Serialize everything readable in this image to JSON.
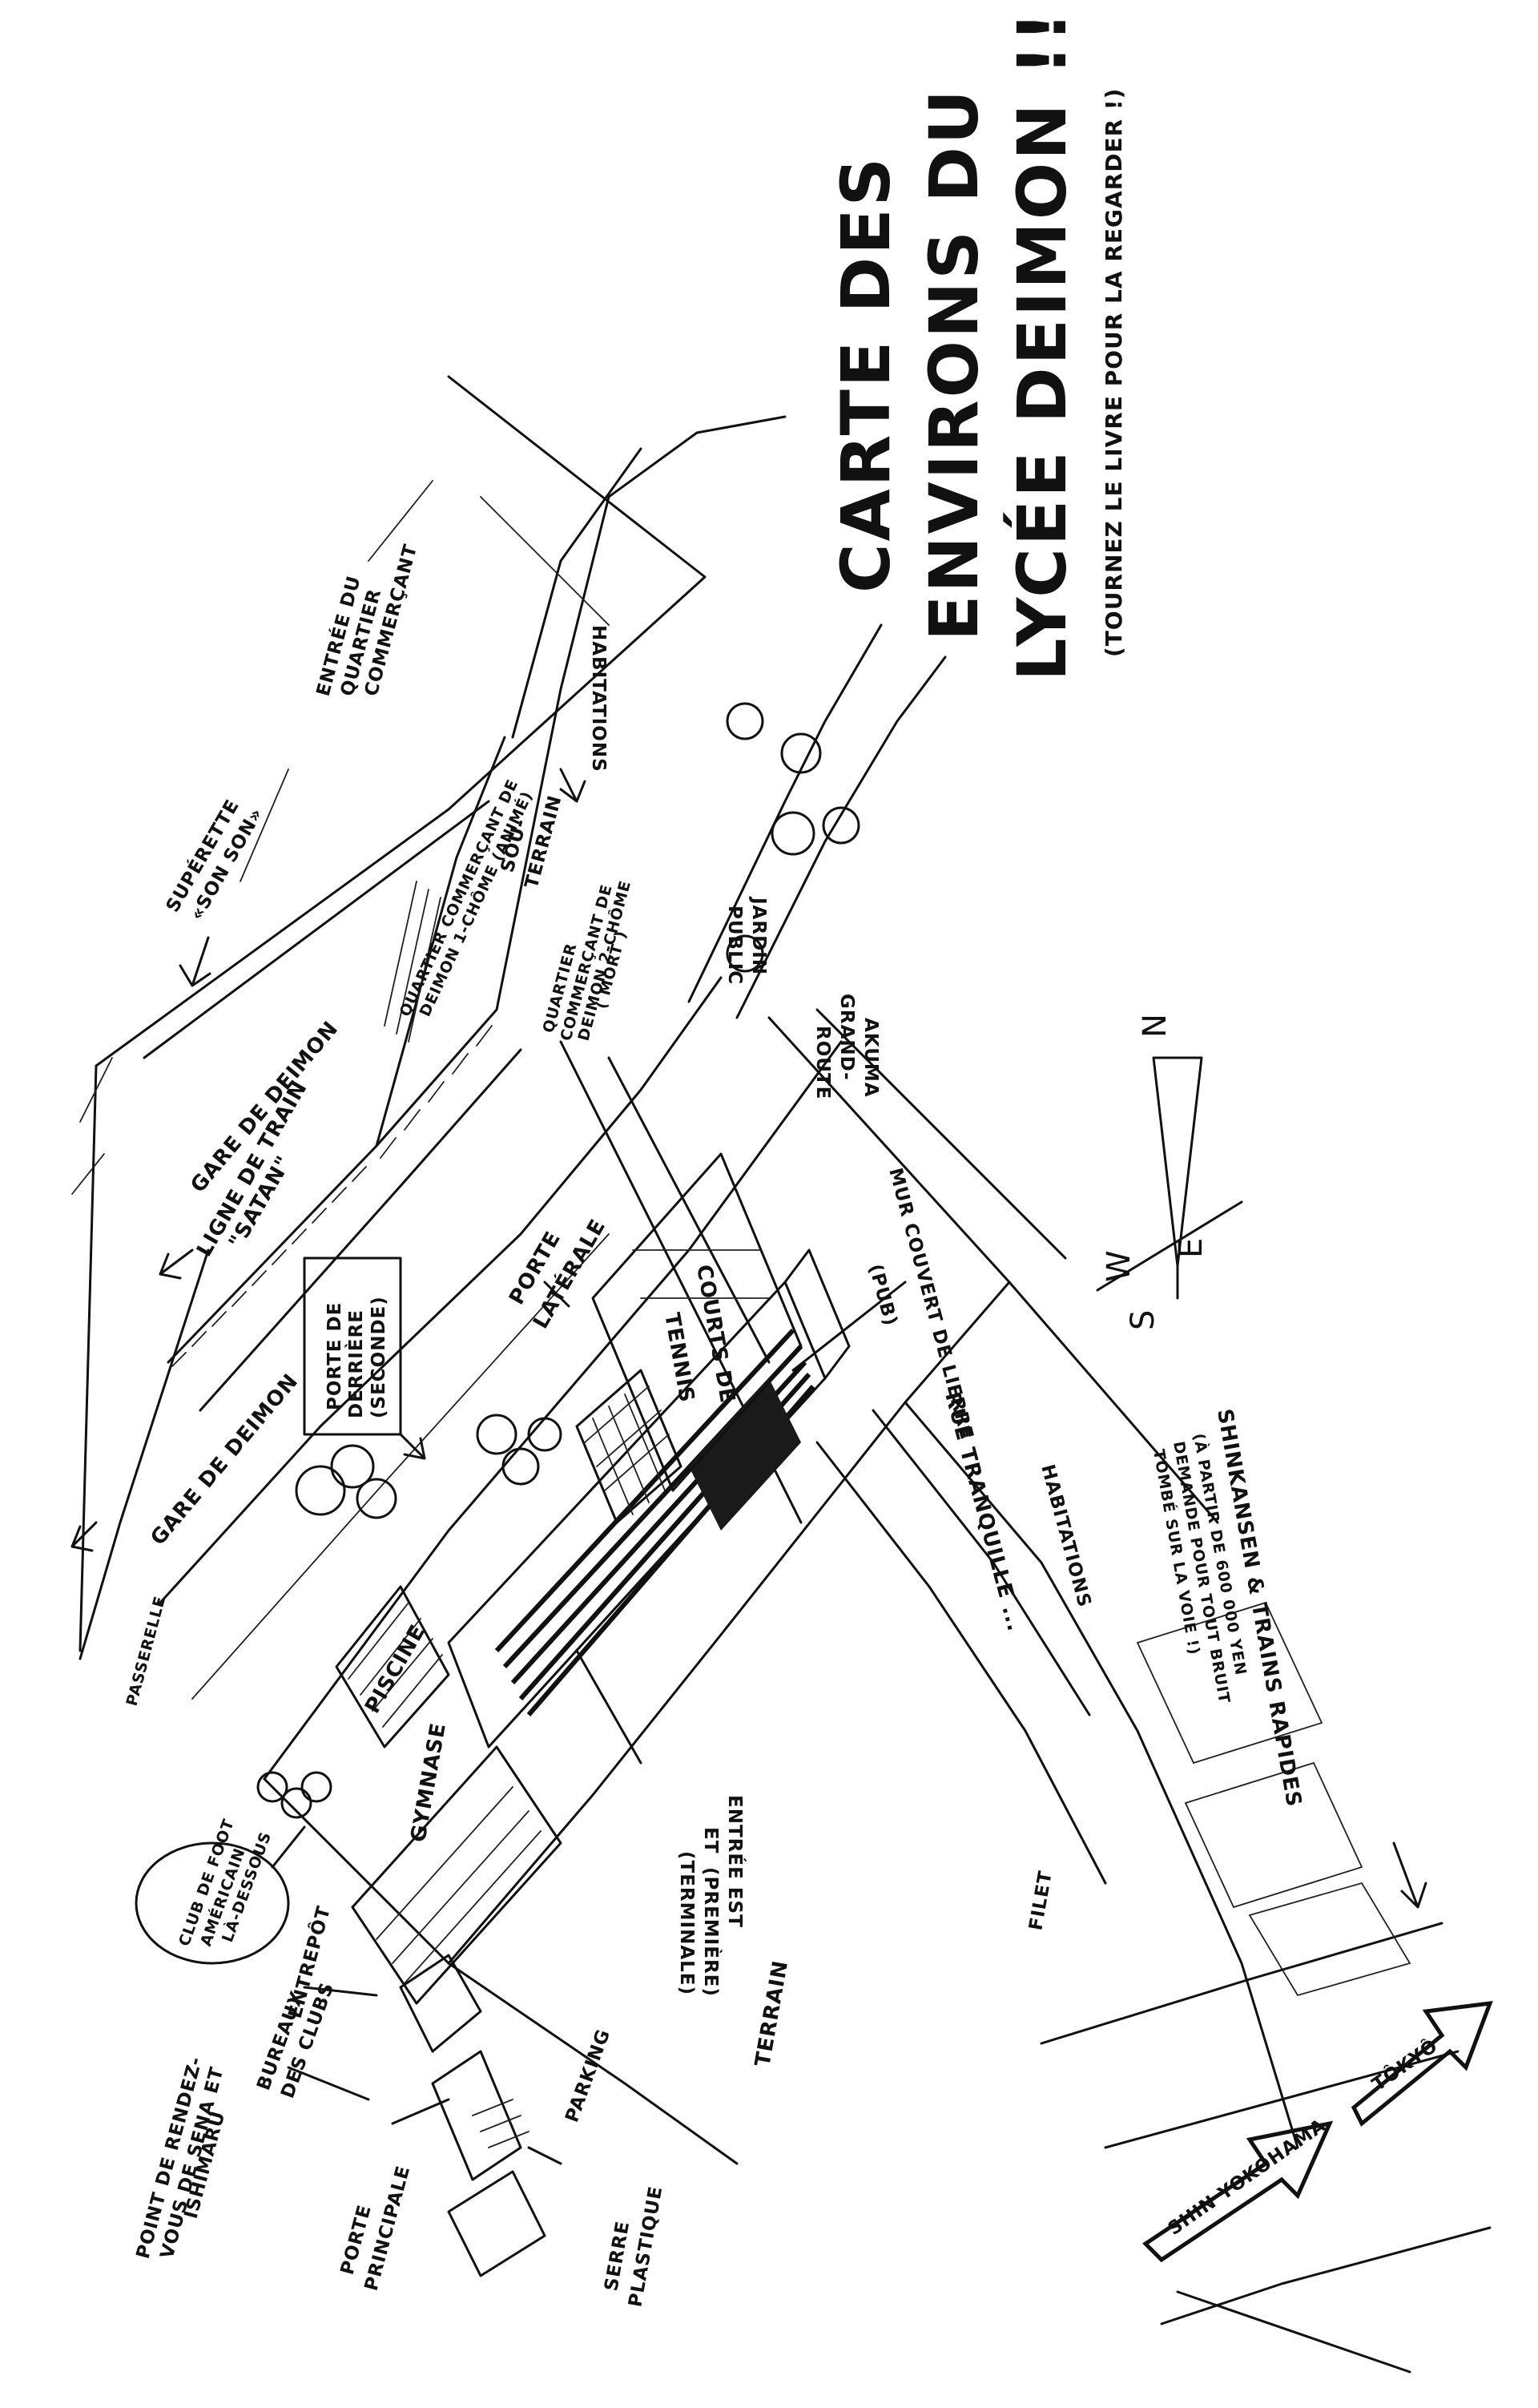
{
  "title": {
    "line1": "CARTE DES",
    "line2": "ENVIRONS DU",
    "line3": "LYCÉE DEIMON !!",
    "subtitle": "(TOURNEZ LE LIVRE POUR LA REGARDER !)"
  },
  "labels": {
    "gare_top": "GARE DE DEIMON",
    "gare_bottom": "GARE DE DEIMON",
    "superette_1": "SUPÉRETTE",
    "superette_2": "«SON SON»",
    "entree_quartier_1": "ENTRÉE DU",
    "entree_quartier_2": "QUARTIER",
    "entree_quartier_3": "COMMERÇANT",
    "habitations_top": "HABITATIONS",
    "habitations_right": "HABITATIONS",
    "ligne_train_1": "LIGNE DE TRAIN",
    "ligne_train_2": "\"SATAN\"",
    "quartier_1chome_1": "QUARTIER COMMERÇANT DE",
    "quartier_1chome_2": "DEIMON 1-CHÔME (ANIMÉ)",
    "souterrain_1": "SOU-",
    "souterrain_2": "TERRAIN",
    "quartier_2chome_1": "QUARTIER",
    "quartier_2chome_2": "COMMERÇANT DE",
    "quartier_2chome_3": "DEIMON 2-CHÔME",
    "quartier_2chome_4": "( MORT )",
    "jardin_1": "JARDIN",
    "jardin_2": "PUBLIC",
    "grand_route_1": "GRAND-",
    "grand_route_2": "ROUTE",
    "grand_route_3": "AKUMA",
    "porte_derriere_1": "PORTE DE",
    "porte_derriere_2": "DERRIÈRE",
    "porte_derriere_3": "(SECONDE)",
    "porte_laterale_1": "PORTE",
    "porte_laterale_2": "LATÉRALE",
    "courts_1": "COURTS DE",
    "courts_2": "TENNIS",
    "mur_1": "MUR COUVERT DE LIERRE",
    "mur_2": "(PUB)",
    "rue_tranquille": "RUE TRANQUILLE ...",
    "passerelle": "PASSERELLE",
    "piscine": "PISCINE",
    "gymnase": "GYMNASE",
    "club_1": "CLUB DE FOOT",
    "club_2": "AMÉRICAIN",
    "club_3": "LÀ-DESSOUS",
    "entrepot": "ENTREPÔT",
    "bureaux_1": "BUREAUX",
    "bureaux_2": "DES CLUBS",
    "point_1": "POINT DE RENDEZ-",
    "point_2": "VOUS DE SENA ET",
    "point_3": "ISHIMARU",
    "porte_principale_1": "PORTE",
    "porte_principale_2": "PRINCIPALE",
    "parking": "PARKING",
    "serre_1": "SERRE",
    "serre_2": "PLASTIQUE",
    "entree_est_1": "ENTRÉE EST",
    "entree_est_2": "ET",
    "entree_est_3": "(PREMIÈRE)",
    "entree_est_4": "(TERMINALE)",
    "terrain": "TERRAIN",
    "filet": "FILET",
    "shinkansen_1": "SHINKANSEN & TRAINS RAPIDES",
    "shinkansen_2": "(À PARTIR DE 600 000 YEN",
    "shinkansen_3": "DEMANDE POUR TOUT BRUIT",
    "shinkansen_4": "TOMBÉ SUR LA VOIE !)",
    "shin_yokohama": "SHIN YOKOHAMA",
    "tokyo": "TÔKYÔ"
  },
  "compass": {
    "north": "N",
    "south": "S",
    "east": "E",
    "west": "W"
  },
  "colors": {
    "ink": "#111111",
    "paper": "#ffffff"
  }
}
